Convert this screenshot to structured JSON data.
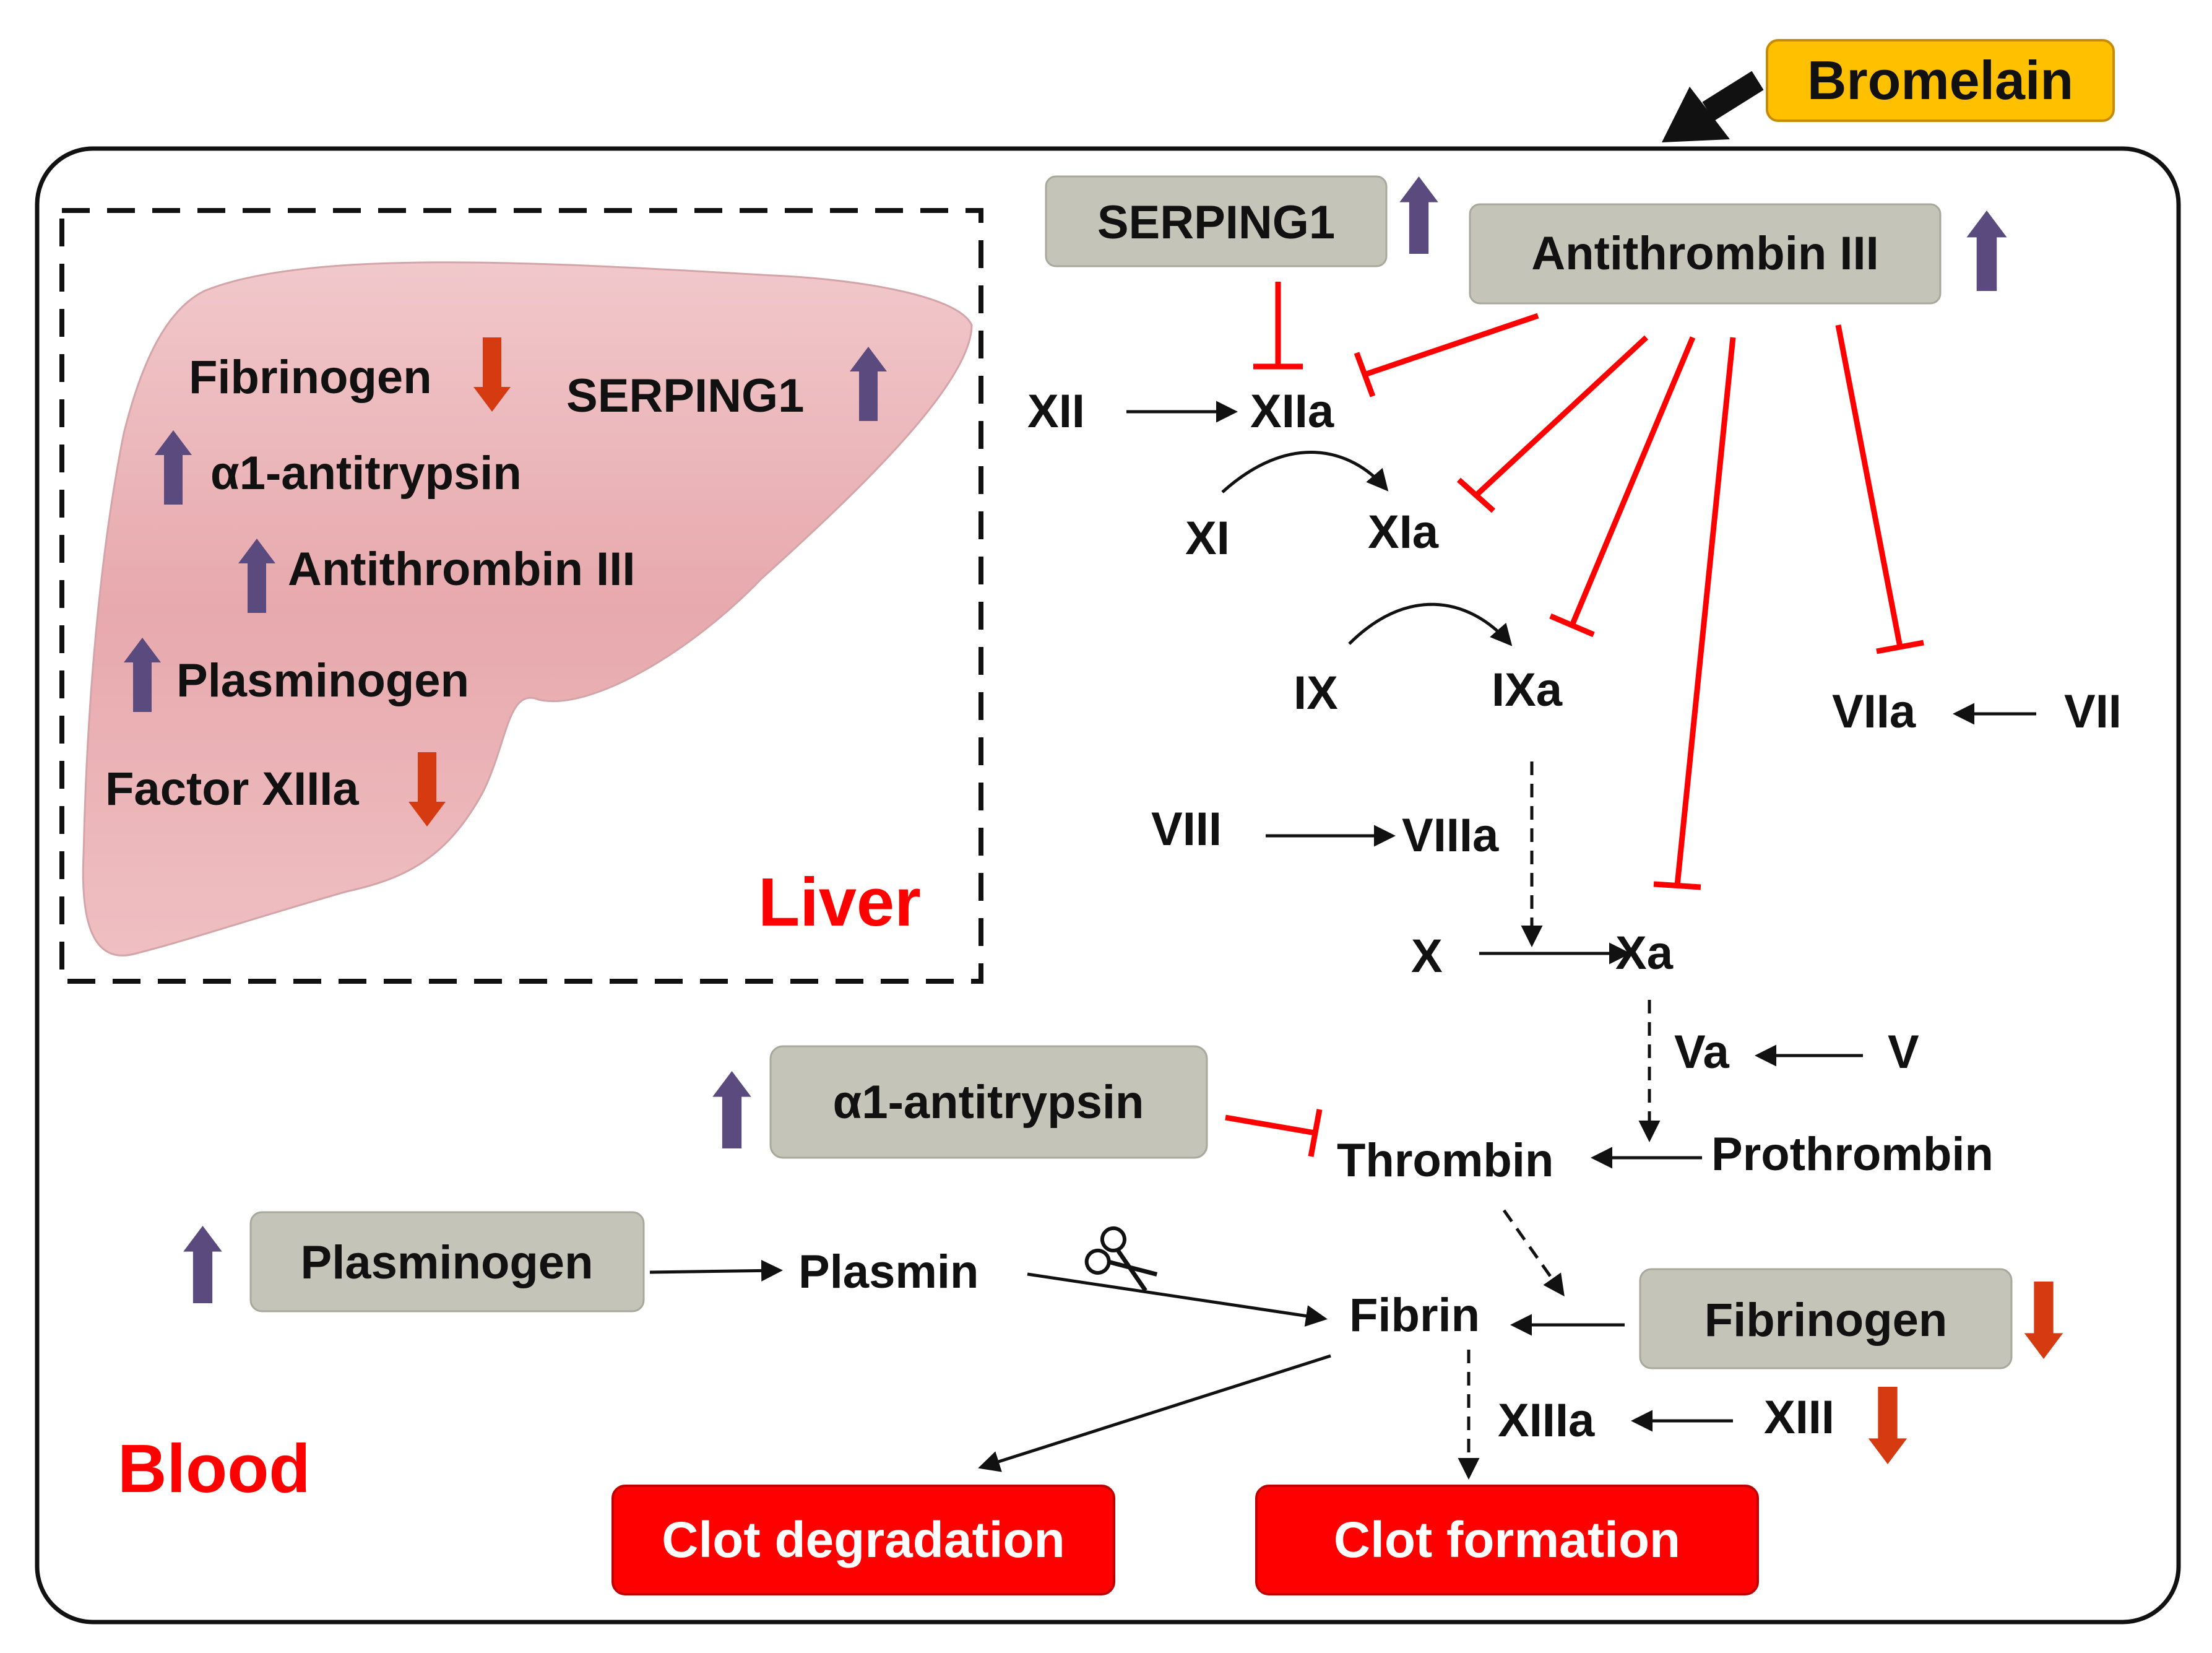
{
  "stimulus": {
    "label": "Bromelain",
    "color": "#ffc000"
  },
  "compartments": {
    "liver": "Liver",
    "blood": "Blood"
  },
  "liver_markers": {
    "fibrinogen": "Fibrinogen",
    "serping1": "SERPING1",
    "a1_antitrypsin": "α1-antitrypsin",
    "antithrombin": "Antithrombin III",
    "plasminogen": "Plasminogen",
    "factor_xiiia": "Factor XIIIa"
  },
  "regulated_boxes": {
    "serping1": "SERPING1",
    "antithrombin": "Antithrombin III",
    "a1_antitrypsin": "α1-antitrypsin",
    "plasminogen": "Plasminogen",
    "fibrinogen": "Fibrinogen"
  },
  "factors": {
    "xii": "XII",
    "xiia": "XIIa",
    "xi": "XI",
    "xia": "XIa",
    "ix": "IX",
    "ixa": "IXa",
    "vii": "VII",
    "viia": "VIIa",
    "viii": "VIII",
    "viiia": "VIIIa",
    "x": "X",
    "xa": "Xa",
    "v": "V",
    "va": "Va",
    "thrombin": "Thrombin",
    "prothrombin": "Prothrombin",
    "plasmin": "Plasmin",
    "fibrin": "Fibrin",
    "xiii": "XIII",
    "xiiia": "XIIIa"
  },
  "outcomes": {
    "degradation": "Clot degradation",
    "formation": "Clot formation"
  },
  "colors": {
    "up_arrow": "#5b4a7e",
    "down_arrow": "#d63a10",
    "inhibit": "#ff0000",
    "outcome_box": "#ff0000",
    "protein_box": "#c4c4b8",
    "liver_fill": "#e7a9ad",
    "label_red": "#ff0000"
  }
}
